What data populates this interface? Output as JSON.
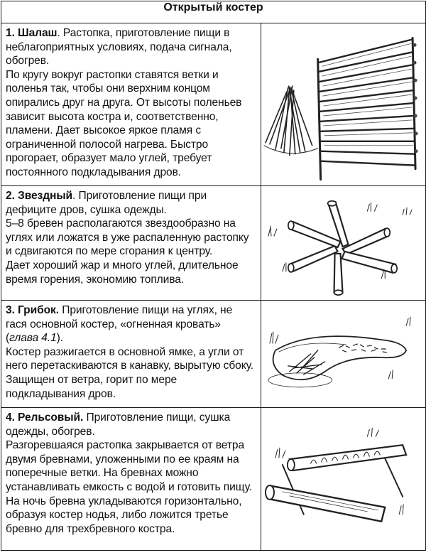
{
  "table": {
    "header": "Открытый костер",
    "rows": [
      {
        "title": "1. Шалаш",
        "title_suffix": ". Растопка, приготовление пищи в неблагоприятных условиях, подача сигнала, обогрев.",
        "description": "По кругу вокруг растопки ставятся ветки и поленья так, чтобы они верхним концом опирались друг на друга. От высоты поленьев зависит высота костра и, соответственно, пламени. Дает высокое яркое пламя с ограниченной полосой нагрева. Быстро прогорает, образует мало углей, требует постоянного подкладывания дров.",
        "illustration": "teepee-fire-illustration"
      },
      {
        "title": "2. Звездный",
        "title_suffix": ". Приготовление пищи при дефиците дров, сушка одежды.",
        "description": "5–8 бревен располагаются звездообразно на углях или ложатся в уже распаленную растопку и сдвигаются по мере сгорания к центру.",
        "description2": "Дает хороший жар и много углей, длительное время горения, экономию топлива.",
        "illustration": "star-fire-illustration"
      },
      {
        "title": "3. Грибок.",
        "title_suffix": " Приготовление пищи на углях, не гася основной костер, «огненная кровать» (",
        "ref": "глава 4.1",
        "ref_suffix": ").",
        "description": "Костер разжигается в основной ямке, а угли от него перетаскиваются в канавку, вырытую сбоку. Защищен от ветра, горит по мере подкладывания дров.",
        "illustration": "mushroom-fire-illustration"
      },
      {
        "title": "4. Рельсовый.",
        "title_suffix": " Приготовление пищи, сушка одежды, обогрев.",
        "description": "Разгоревшаяся растопка закрывается от ветра двумя бревнами, уложенными по ее краям на поперечные ветки. На бревнах можно устанавливать емкость с водой и готовить пищу. На ночь бревна укладываются горизонтально, образуя костер нодья, либо ложится третье бревно для трехбревного костра.",
        "illustration": "rail-fire-illustration"
      }
    ]
  }
}
